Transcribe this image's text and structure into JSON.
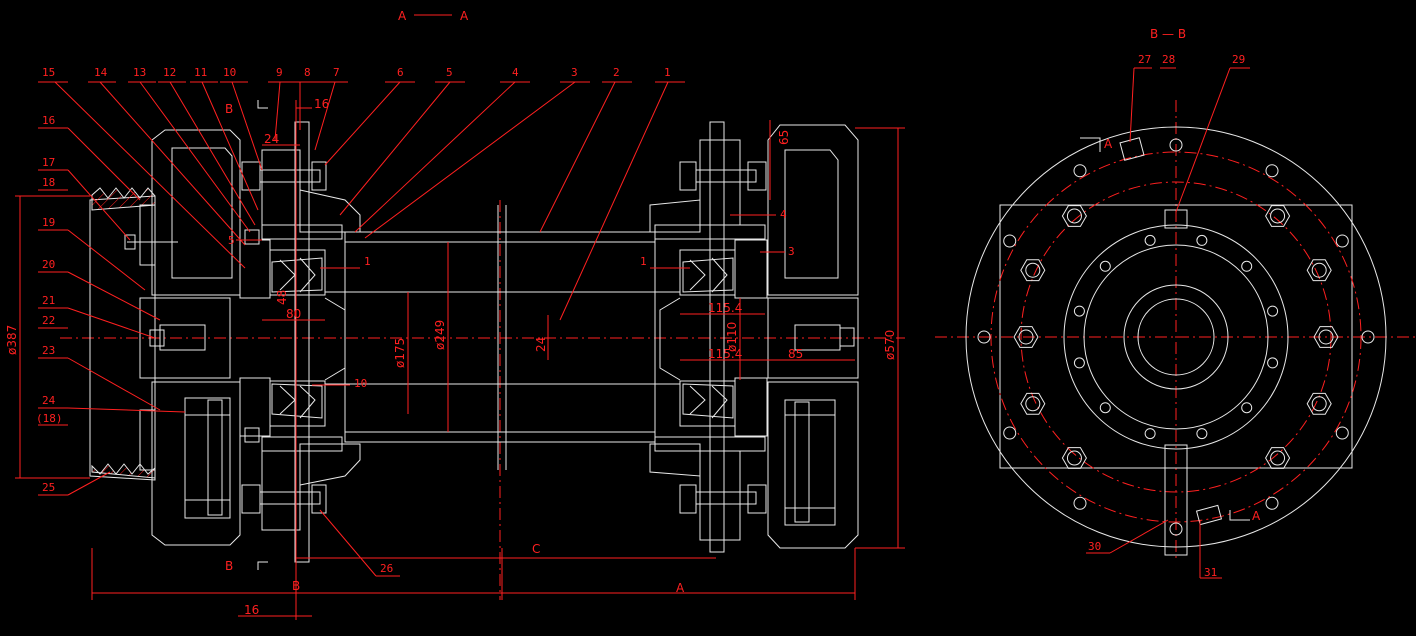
{
  "colors": {
    "background": "#000000",
    "outline": "#e8e8e8",
    "annotation": "#ff2020"
  },
  "views": {
    "section_title": "A — A",
    "end_view_title": "B — B",
    "section_mark_left": "A",
    "section_mark_right": "A",
    "cut_mark_top": "B",
    "cut_mark_bottom": "B"
  },
  "part_numbers": {
    "top_row": [
      "15",
      "14",
      "13",
      "12",
      "11",
      "10",
      "9",
      "8",
      "7",
      "6",
      "5",
      "4",
      "3",
      "2",
      "1"
    ],
    "left_column": [
      "16",
      "17",
      "18",
      "19",
      "20",
      "21",
      "22",
      "23",
      "24",
      "(18)",
      "25"
    ],
    "bottom": [
      "26"
    ],
    "end_view": [
      "27",
      "28",
      "29",
      "30",
      "31"
    ],
    "inline_left": [
      "5",
      "1",
      "10"
    ],
    "inline_right": [
      "1",
      "3",
      "4"
    ]
  },
  "dimensions": {
    "d387": "ø387",
    "d570": "ø570",
    "d175": "ø175",
    "d249": "ø249",
    "d110": "ø110",
    "w16_top": "16",
    "w24": "24",
    "w80": "80",
    "w48": "48",
    "w24_center": "24",
    "w115_top": "115.4",
    "w115_bottom": "115.4",
    "w85_right": "85",
    "w65": "65",
    "w16_bottom": "16",
    "label_A": "A",
    "label_B": "B",
    "label_C": "C"
  }
}
